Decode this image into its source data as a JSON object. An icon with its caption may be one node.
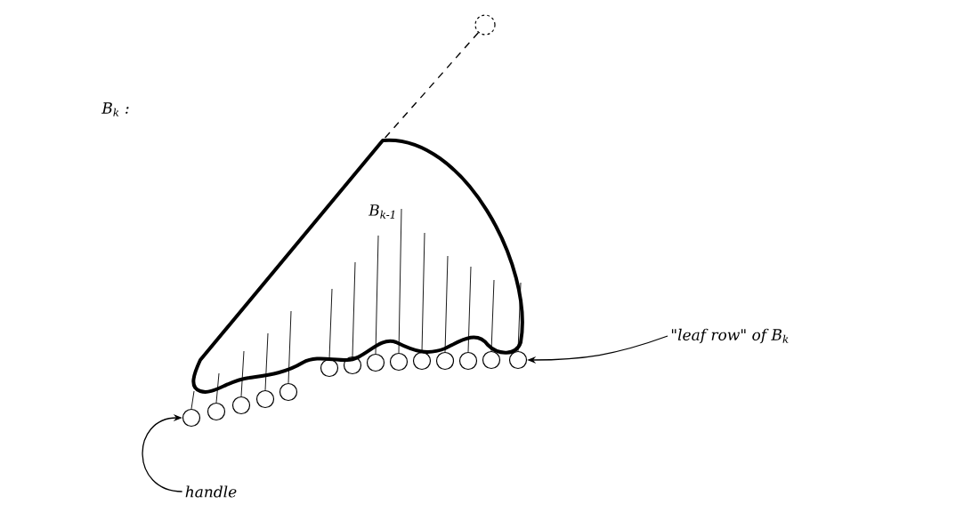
{
  "diagram": {
    "nodes": [
      {
        "text": [],
        "shape": "circle"
      },
      {
        "text": [
          "B$_{k-1}$"
        ]
      },
      {
        "text": [],
        "shape": "circle"
      },
      {
        "text": [],
        "shape": "circle"
      },
      {
        "text": [],
        "shape": "circle"
      },
      {
        "text": [],
        "shape": "circle"
      },
      {
        "text": [],
        "shape": "circle"
      },
      {
        "text": [],
        "shape": "circle"
      },
      {
        "text": [],
        "shape": "circle"
      },
      {
        "text": [],
        "shape": "circle"
      },
      {
        "text": [],
        "shape": "circle"
      },
      {
        "text": [],
        "shape": "circle"
      },
      {
        "text": [],
        "shape": "circle"
      },
      {
        "text": [],
        "shape": "circle"
      },
      {
        "text": [],
        "shape": "circle"
      },
      {
        "text": [],
        "shape": "circle"
      },
      {
        "text": [
          "\"leaf row\" of B$_{k}$"
        ]
      },
      {
        "text": [
          "handle"
        ]
      }
    ],
    "edges": [
      {
        "from": 0,
        "to": 1,
        "arrow": "none",
        "style": "dashed"
      },
      {
        "from": 16,
        "to": 15,
        "arrow": "to"
      },
      {
        "from": 17,
        "to": 2,
        "arrow": "to"
      },
      {
        "from": 1,
        "to": 2,
        "arrow": "none"
      },
      {
        "from": 1,
        "to": 3,
        "arrow": "none"
      },
      {
        "from": 1,
        "to": 4,
        "arrow": "none"
      },
      {
        "from": 1,
        "to": 5,
        "arrow": "none"
      },
      {
        "from": 1,
        "to": 6,
        "arrow": "none"
      },
      {
        "from": 1,
        "to": 7,
        "arrow": "none"
      },
      {
        "from": 1,
        "to": 8,
        "arrow": "none"
      },
      {
        "from": 1,
        "to": 9,
        "arrow": "none"
      },
      {
        "from": 1,
        "to": 10,
        "arrow": "none"
      },
      {
        "from": 1,
        "to": 11,
        "arrow": "none"
      },
      {
        "from": 1,
        "to": 12,
        "arrow": "none"
      },
      {
        "from": 1,
        "to": 13,
        "arrow": "none"
      },
      {
        "from": 1,
        "to": 14,
        "arrow": "none"
      },
      {
        "from": 1,
        "to": 15,
        "arrow": "none"
      }
    ],
    "labels": [
      "B$_{k}$ :"
    ]
  }
}
